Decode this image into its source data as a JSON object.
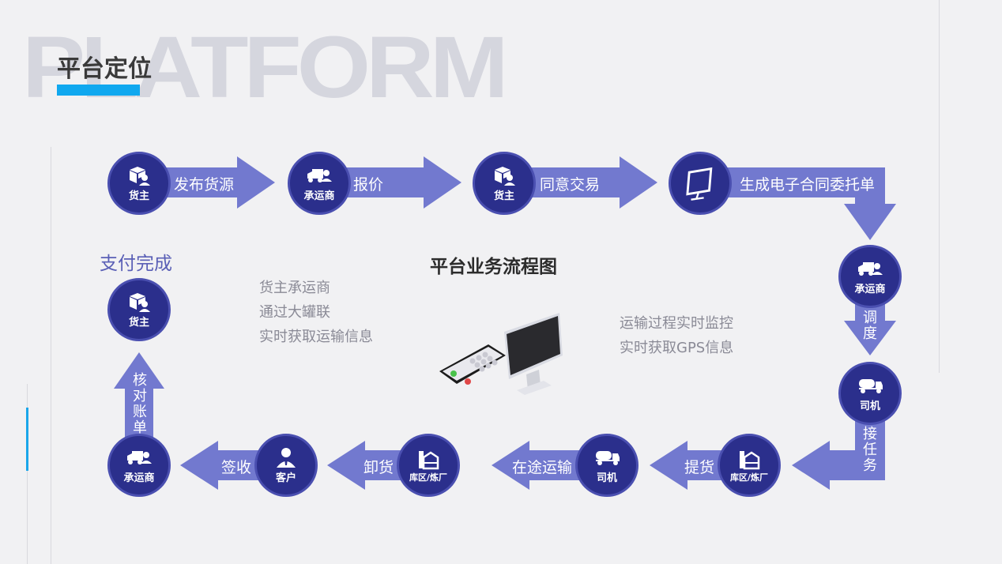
{
  "background_word": "PLATFORM",
  "title": "平台定位",
  "diagram_title": "平台业务流程图",
  "payment_done": "支付完成",
  "colors": {
    "node": "#2b2f8c",
    "arrow": "#7279cf",
    "accent": "#10a8ef"
  },
  "nodes": {
    "shipper1": {
      "label": "货主",
      "icon": "box-person-icon"
    },
    "carrier1": {
      "label": "承运商",
      "icon": "truck-person-icon"
    },
    "shipper2": {
      "label": "货主",
      "icon": "box-person-icon"
    },
    "contract": {
      "label": "",
      "icon": "monitor-icon"
    },
    "carrier2": {
      "label": "承运商",
      "icon": "truck-person-icon"
    },
    "driver1": {
      "label": "司机",
      "icon": "tanker-truck-icon"
    },
    "depot1": {
      "label": "库区/炼厂",
      "icon": "refinery-icon"
    },
    "driver2": {
      "label": "司机",
      "icon": "tanker-truck-icon"
    },
    "depot2": {
      "label": "库区/炼厂",
      "icon": "refinery-icon"
    },
    "customer": {
      "label": "客户",
      "icon": "customer-icon"
    },
    "carrier3": {
      "label": "承运商",
      "icon": "truck-person-icon"
    },
    "shipper3": {
      "label": "货主",
      "icon": "box-person-icon"
    }
  },
  "steps": {
    "publish": "发布货源",
    "quote": "报价",
    "agree": "同意交易",
    "contract": "生成电子合同委托单",
    "dispatch": "调度",
    "accept": "接任务",
    "pickup": "提货",
    "transit": "在途运输",
    "unload": "卸货",
    "sign": "签收",
    "reconcile": "核对账单"
  },
  "notes": {
    "left": [
      "货主承运商",
      "通过大罐联",
      "实时获取运输信息"
    ],
    "right": [
      "运输过程实时监控",
      "实时获取GPS信息"
    ]
  }
}
